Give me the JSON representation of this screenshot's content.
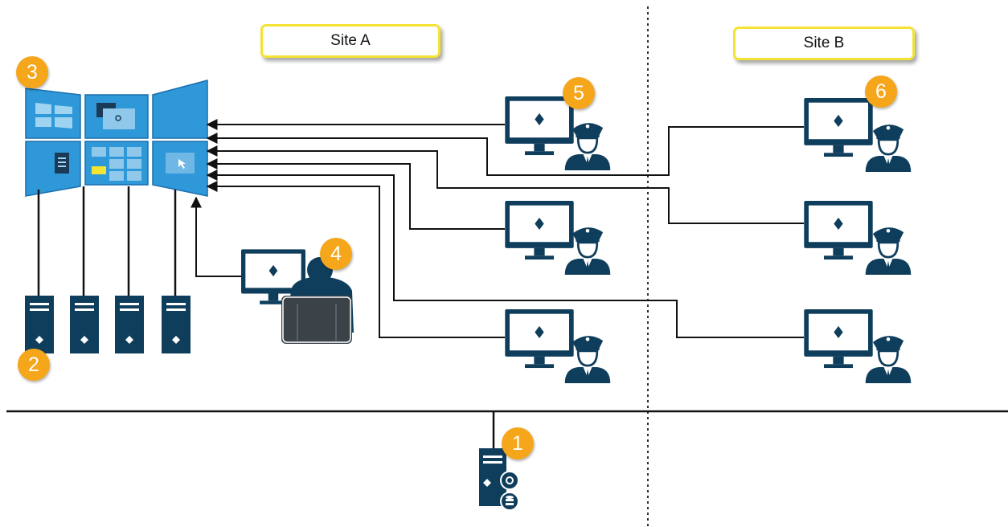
{
  "sites": {
    "a_label": "Site A",
    "b_label": "Site B"
  },
  "badges": [
    "1",
    "2",
    "3",
    "4",
    "5",
    "6"
  ],
  "colors": {
    "navy": "#0f3e5c",
    "screen_blue": "#2f98d8",
    "badge": "#f5a61b",
    "site_border": "#f3e334"
  },
  "icons": [
    "video-wall-icon",
    "recording-server-icon",
    "operator-workstation-icon",
    "security-guard-icon",
    "management-server-icon"
  ]
}
